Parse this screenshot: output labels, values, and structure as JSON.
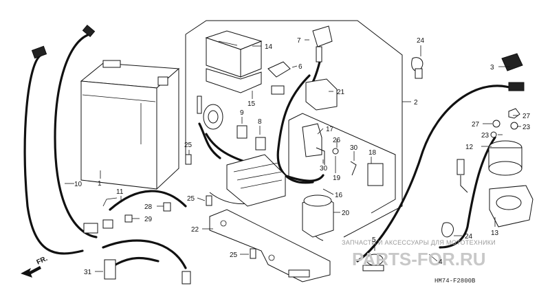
{
  "watermark": {
    "top_text": "ЗАПЧАСТИ И АКСЕССУАРЫ ДЛЯ МОТОТЕХНИКИ",
    "brand_text": "PARTS-FOR.RU"
  },
  "diagram_code": "HM74-F2800B",
  "direction_label": "FR.",
  "callouts": {
    "c1": "1",
    "c2": "2",
    "c3": "3",
    "c4": "4",
    "c5": "5",
    "c6": "6",
    "c7": "7",
    "c8": "8",
    "c9": "9",
    "c10": "10",
    "c11": "11",
    "c12": "12",
    "c13": "13",
    "c14": "14",
    "c15": "15",
    "c16": "16",
    "c17": "17",
    "c18": "18",
    "c19": "19",
    "c20": "20",
    "c21": "21",
    "c22": "22",
    "c23a": "23",
    "c23b": "23",
    "c24a": "24",
    "c24b": "24",
    "c25a": "25",
    "c25b": "25",
    "c25c": "25",
    "c26": "26",
    "c27a": "27",
    "c27b": "27",
    "c28": "28",
    "c29": "29",
    "c30a": "30",
    "c30b": "30",
    "c31": "31"
  }
}
